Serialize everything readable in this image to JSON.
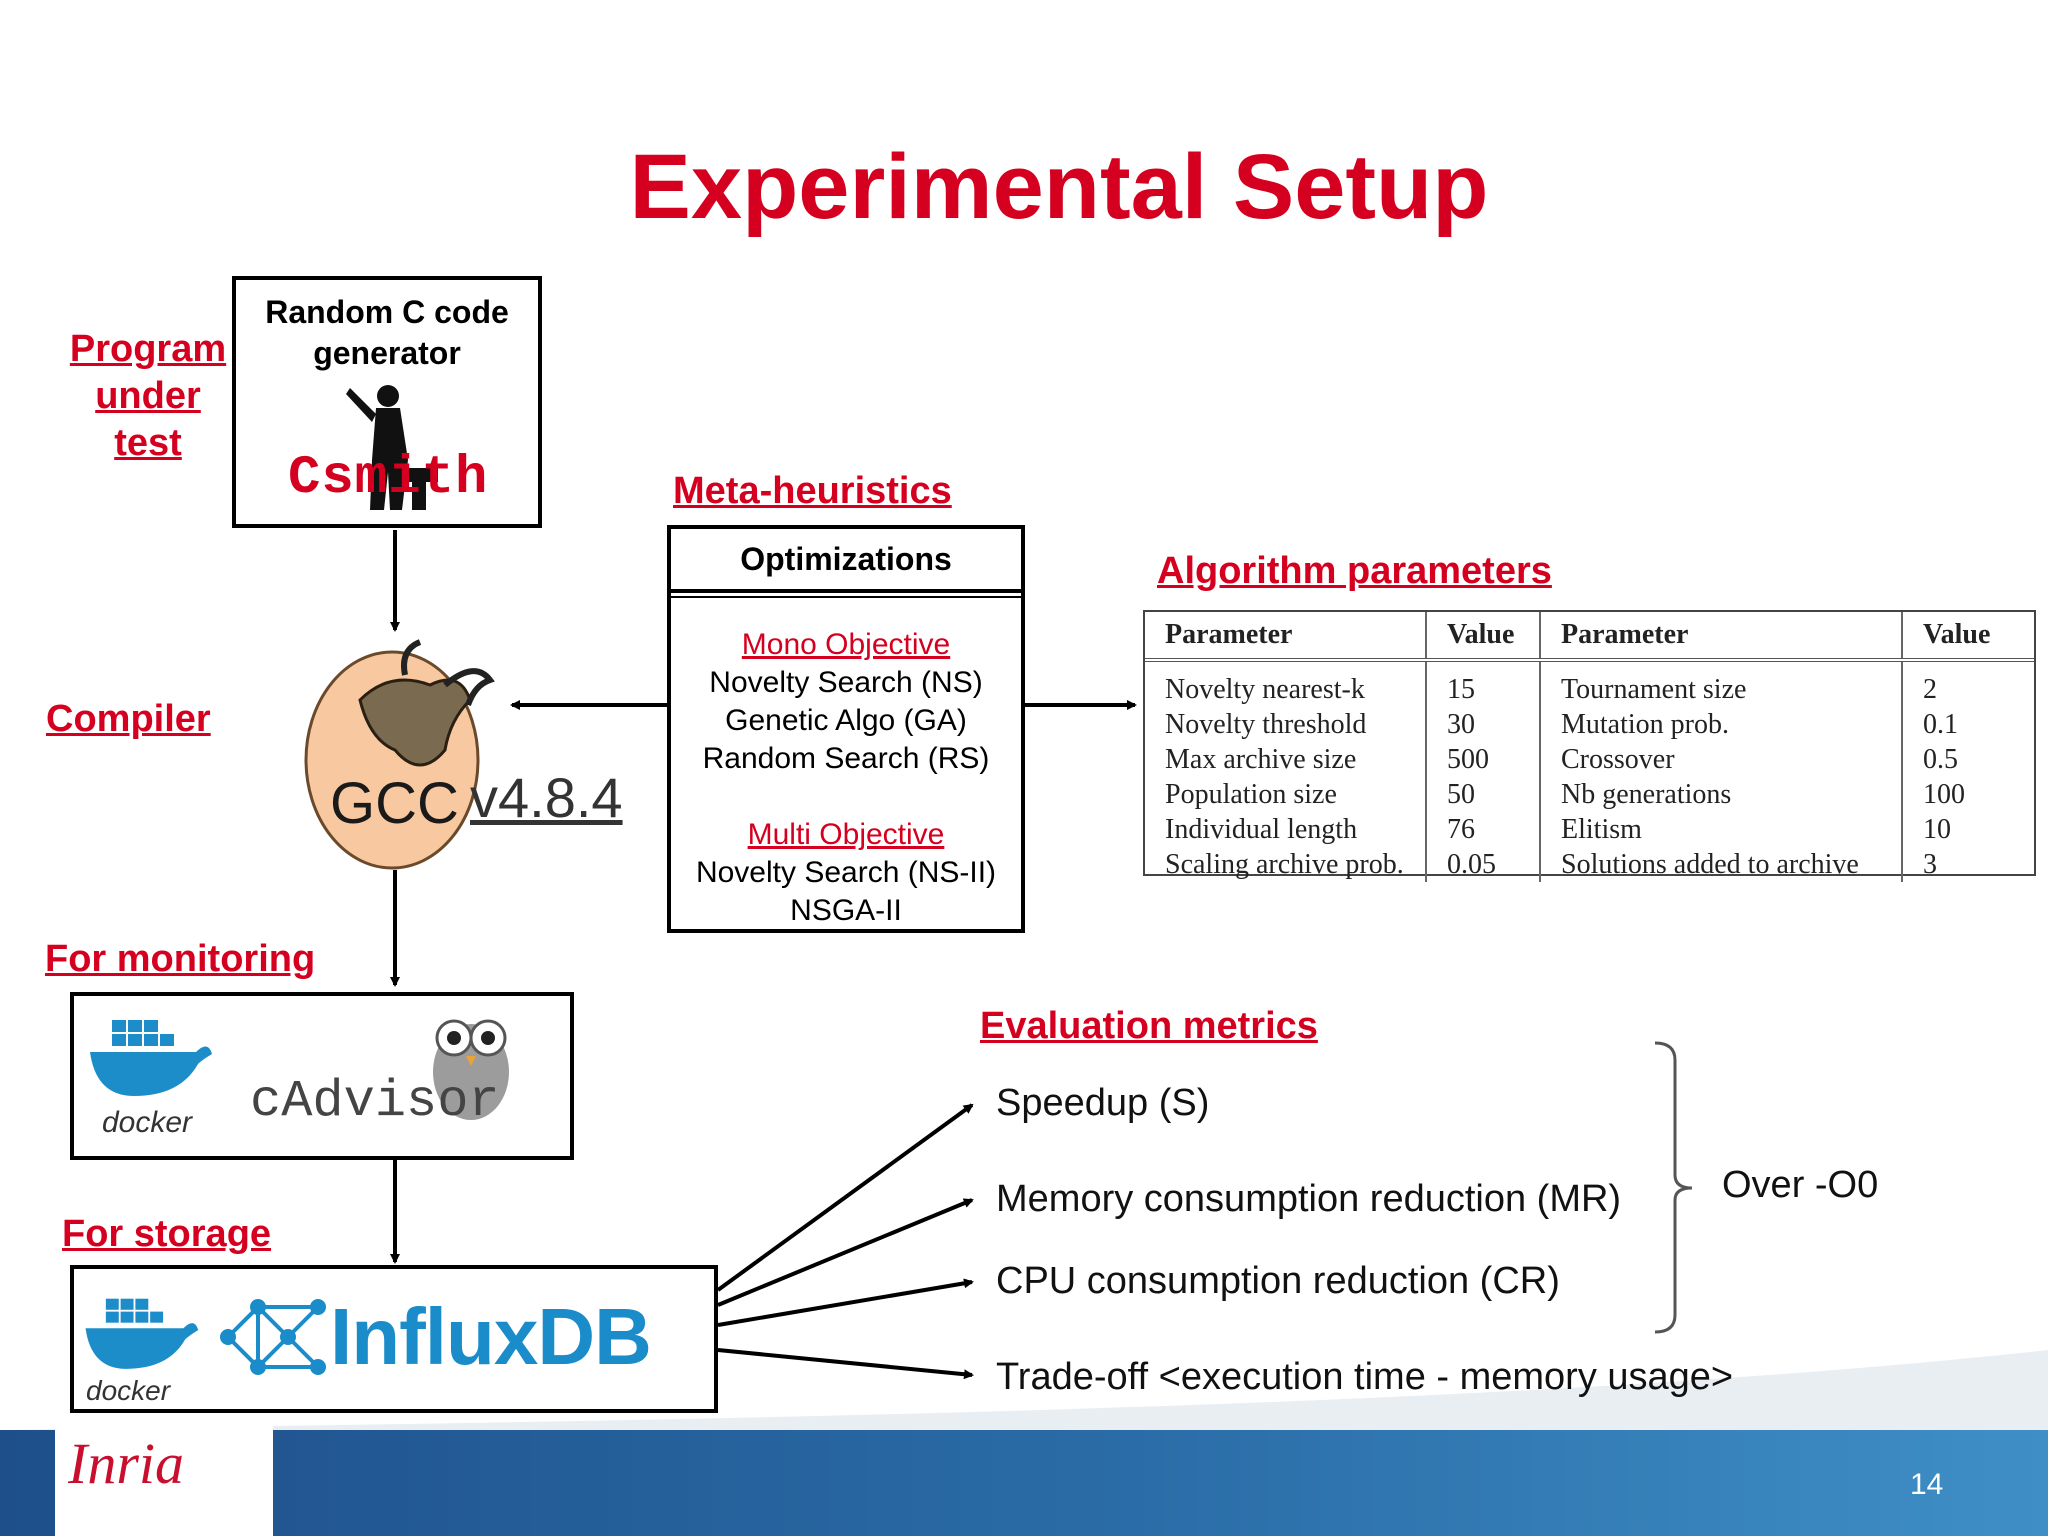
{
  "title": "Experimental Setup",
  "labels": {
    "program_under_test": [
      "Program",
      "under",
      "test"
    ],
    "compiler": "Compiler",
    "meta_heuristics": "Meta-heuristics",
    "algorithm_parameters": "Algorithm parameters",
    "for_monitoring": "For monitoring",
    "for_storage": "For storage",
    "evaluation_metrics": "Evaluation metrics"
  },
  "generator": {
    "title_line1": "Random C code",
    "title_line2": "generator",
    "logo_text": "Csmith"
  },
  "compiler": {
    "logo_text": "GCC",
    "version": "v4.8.4"
  },
  "optimizations": {
    "header": "Optimizations",
    "mono_title": "Mono Objective",
    "mono_items": [
      "Novelty Search (NS)",
      "Genetic Algo (GA)",
      "Random Search (RS)"
    ],
    "multi_title": "Multi Objective",
    "multi_items": [
      "Novelty Search (NS-II)",
      "NSGA-II"
    ]
  },
  "parameters": {
    "headers": [
      "Parameter",
      "Value",
      "Parameter",
      "Value"
    ],
    "rows": [
      [
        "Novelty nearest-k",
        "15",
        "Tournament size",
        "2"
      ],
      [
        "Novelty threshold",
        "30",
        "Mutation prob.",
        "0.1"
      ],
      [
        "Max archive size",
        "500",
        "Crossover",
        "0.5"
      ],
      [
        "Population size",
        "50",
        "Nb generations",
        "100"
      ],
      [
        "Individual length",
        "76",
        "Elitism",
        "10"
      ],
      [
        "Scaling archive prob.",
        "0.05",
        "Solutions added to archive",
        "3"
      ]
    ]
  },
  "monitoring": {
    "docker_text": "docker",
    "cadvisor_text": "cAdvisor"
  },
  "storage": {
    "docker_text": "docker",
    "influx_text": "InfluxDB"
  },
  "metrics": [
    "Speedup (S)",
    "Memory consumption reduction (MR)",
    "CPU consumption reduction (CR)",
    "Trade-off <execution time - memory usage>"
  ],
  "over_label": "Over -O0",
  "footer": {
    "logo": "Inria",
    "page_number": "14"
  },
  "colors": {
    "accent": "#d5001f",
    "docker_blue": "#1d8dc9",
    "influx_blue": "#1a8cc9",
    "footer_blue": "#2a6ca7"
  }
}
